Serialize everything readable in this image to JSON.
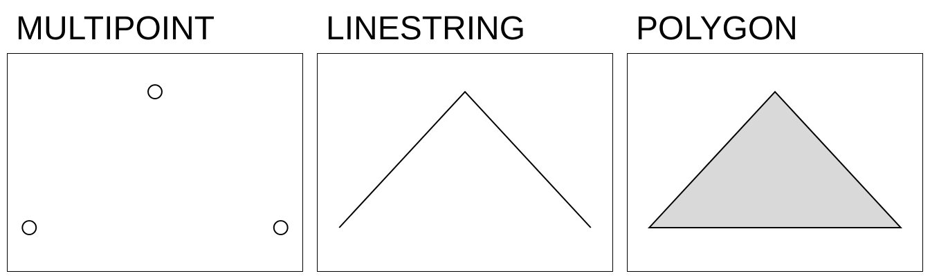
{
  "panels": [
    {
      "title": "MULTIPOINT",
      "geometry": "multipoint",
      "points": [
        [
          0.05,
          0.8
        ],
        [
          0.5,
          0.2
        ],
        [
          0.95,
          0.8
        ]
      ]
    },
    {
      "title": "LINESTRING",
      "geometry": "linestring",
      "points": [
        [
          0.05,
          0.8
        ],
        [
          0.5,
          0.2
        ],
        [
          0.95,
          0.8
        ]
      ]
    },
    {
      "title": "POLYGON",
      "geometry": "polygon",
      "points": [
        [
          0.05,
          0.8
        ],
        [
          0.5,
          0.2
        ],
        [
          0.95,
          0.8
        ]
      ]
    }
  ],
  "colors": {
    "stroke": "#000000",
    "polygon_fill": "#d9d9d9",
    "background": "#ffffff"
  }
}
